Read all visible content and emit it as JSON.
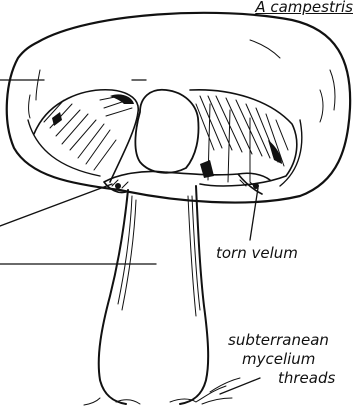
{
  "title": "A campestris",
  "labels": {
    "torn_velum": "torn velum",
    "mycelium_line1": "subterranean",
    "mycelium_line2": "mycelium",
    "mycelium_line3": "threads"
  },
  "colors": {
    "ink": "#111111",
    "background": "#ffffff"
  }
}
